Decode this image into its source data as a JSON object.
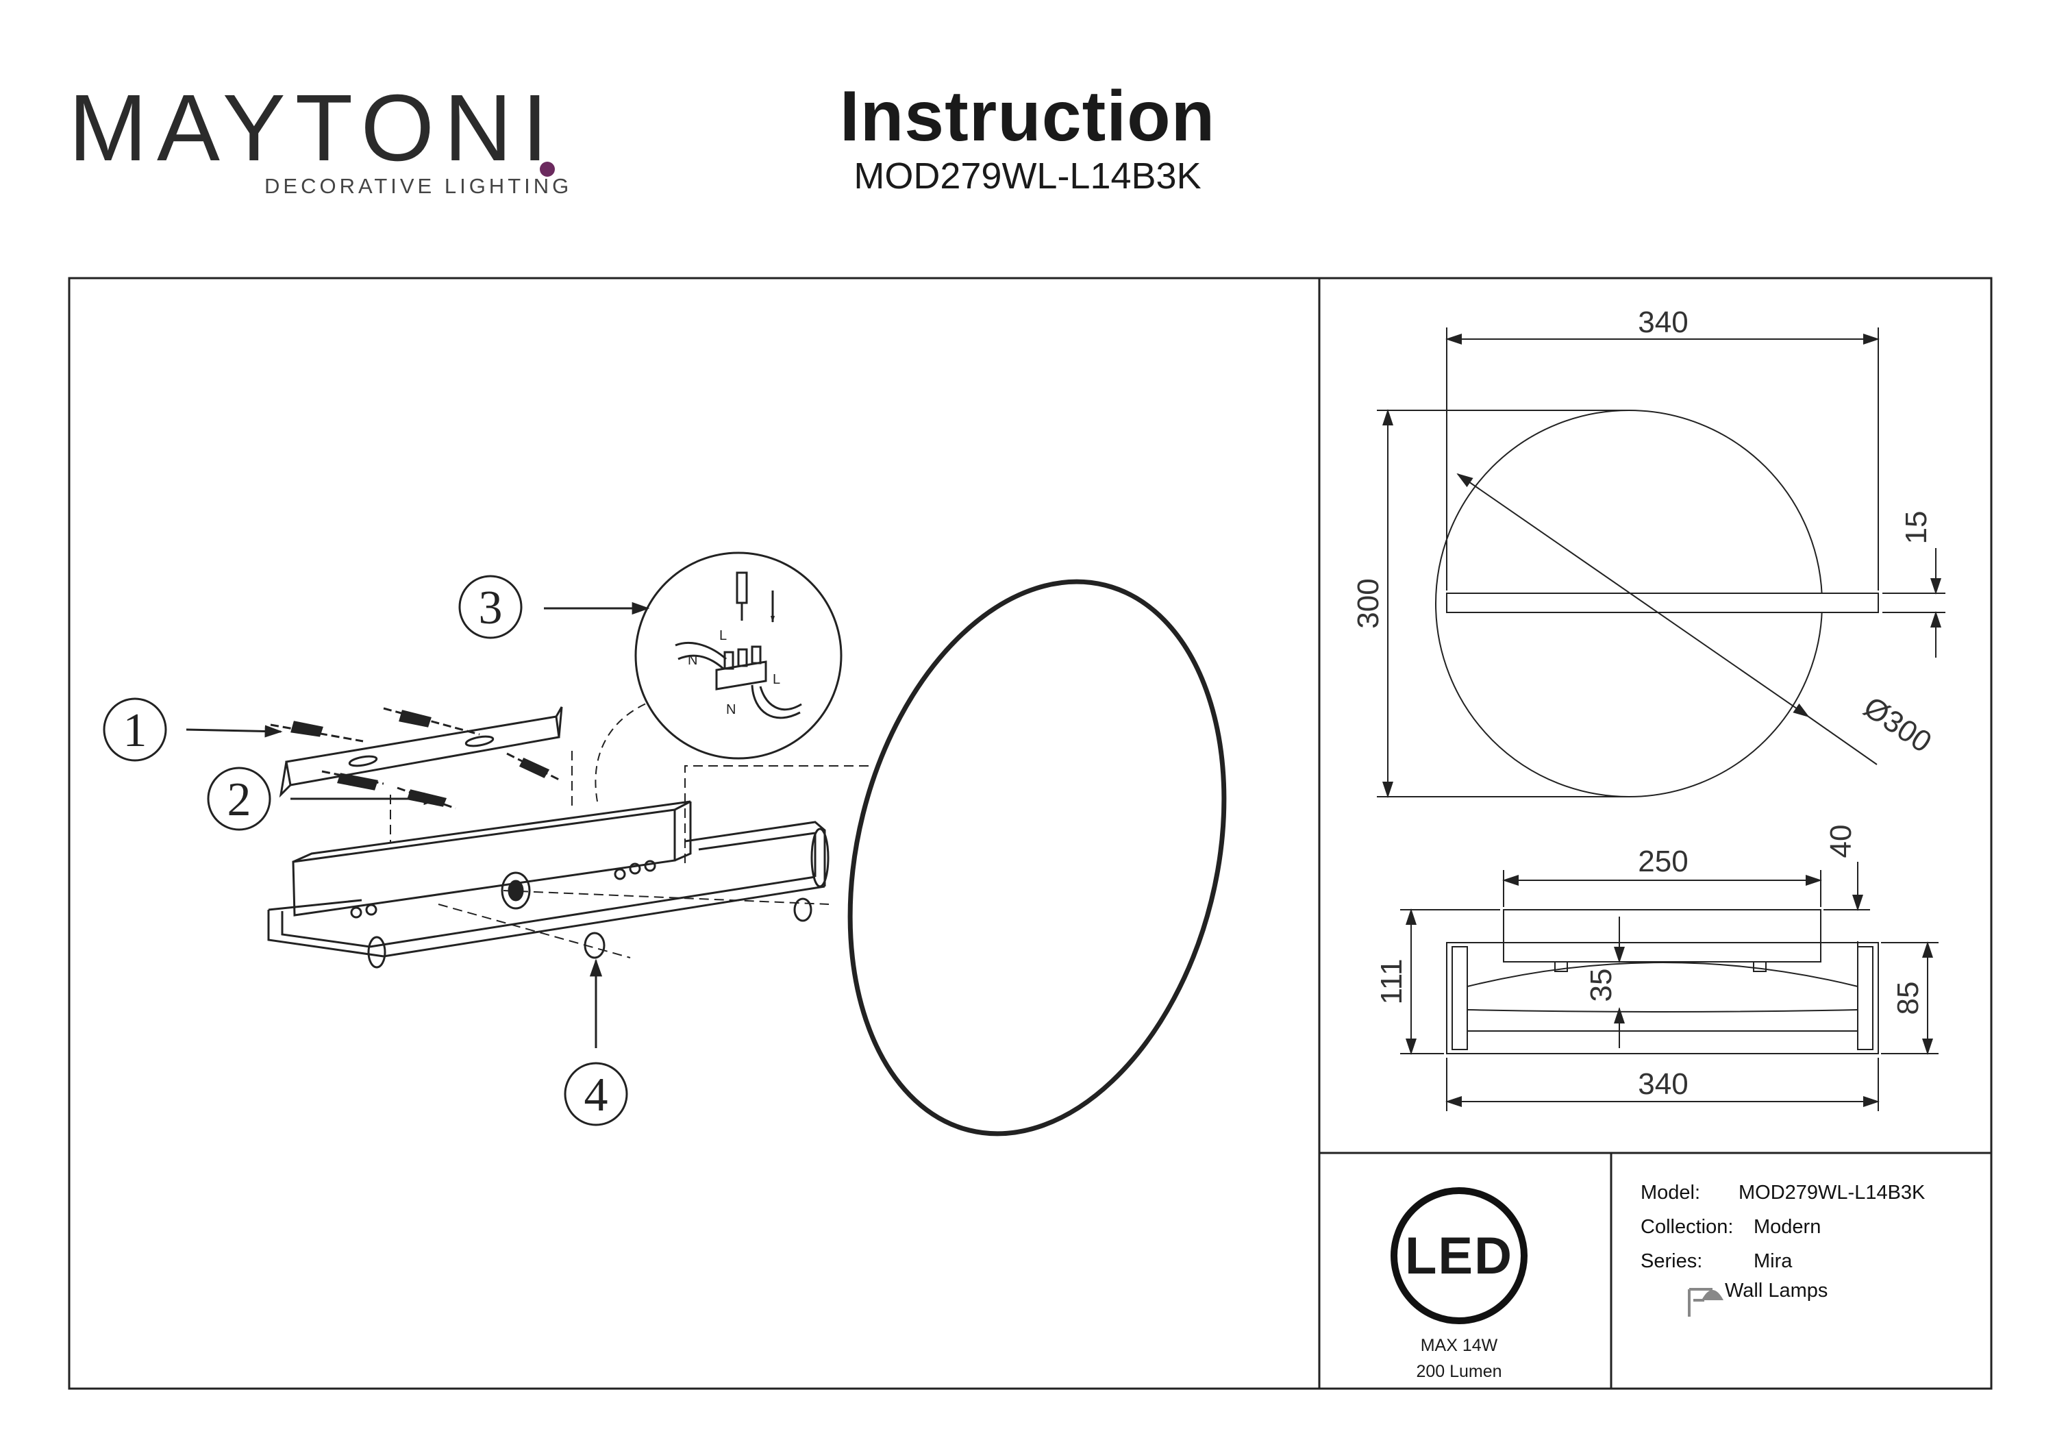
{
  "brand": {
    "name": "MAYTONI",
    "tagline": "DECORATIVE LIGHTING",
    "accent_color": "#6b2a5e"
  },
  "header": {
    "title": "Instruction",
    "model_code": "MOD279WL-L14B3K"
  },
  "assembly": {
    "steps": [
      "1",
      "2",
      "3",
      "4"
    ],
    "wiring_labels": {
      "live": "L",
      "neutral": "N"
    }
  },
  "dimensions": {
    "front_view": {
      "width": "340",
      "height": "300",
      "diameter": "Ø300",
      "bar_thickness": "15"
    },
    "side_view": {
      "base_width": "250",
      "total_width": "340",
      "base_depth": "40",
      "total_depth": "111",
      "diffuser_depth": "35",
      "frame_depth": "85"
    }
  },
  "info": {
    "badge": "LED",
    "power": "MAX 14W",
    "luminous_flux": "200 Lumen",
    "specs": [
      {
        "label": "Model:",
        "value": "MOD279WL-L14B3K"
      },
      {
        "label": "Collection:",
        "value": "Modern"
      },
      {
        "label": "Series:",
        "value": "Mira"
      }
    ],
    "category": "Wall Lamps",
    "category_icon": "wall-lamp-icon"
  }
}
